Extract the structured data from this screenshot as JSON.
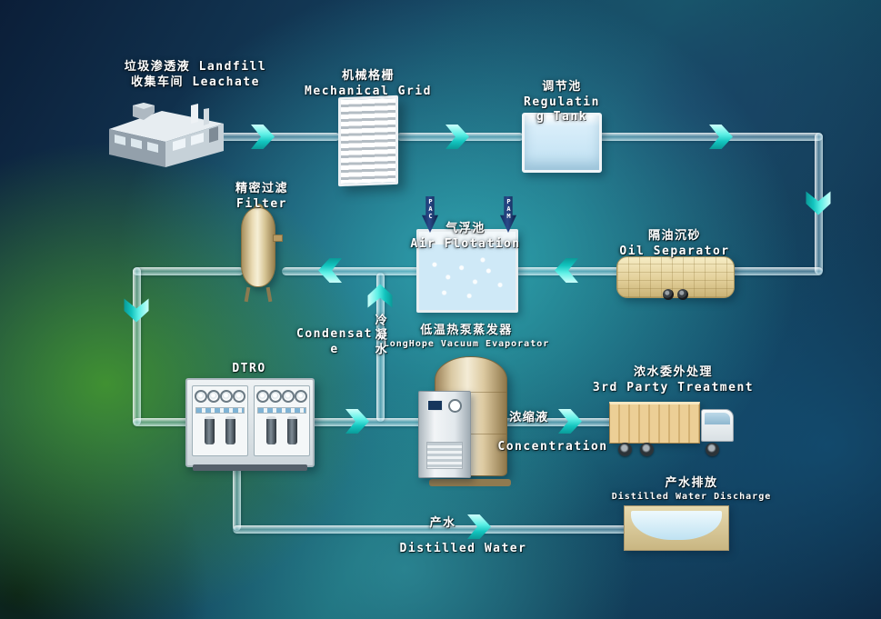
{
  "nodes": {
    "landfill": {
      "line1": "垃圾渗透液 Landfill",
      "line2": "收集车间  Leachate"
    },
    "grid": {
      "line1": "机械格栅",
      "line2": "Mechanical Grid"
    },
    "regulating_tank": {
      "line1": "调节池",
      "line2": "Regulatin",
      "line3": "g Tank"
    },
    "oil_separator": {
      "line1": "隔油沉砂",
      "line2": "Oil Separator"
    },
    "air_flotation": {
      "line1": "气浮池",
      "line2": "Air Flotation"
    },
    "filter": {
      "line1": "精密过滤",
      "line2": "Filter"
    },
    "dtro": {
      "line1": "DTRO"
    },
    "evaporator": {
      "line1": "低温热泵蒸发器",
      "line2": "LongHope Vacuum Evaporator"
    },
    "third_party": {
      "line1": "浓水委外处理",
      "line2": "3rd Party Treatment"
    },
    "discharge": {
      "line1": "产水排放",
      "line2": "Distilled Water Discharge"
    }
  },
  "flows": {
    "condensate_zh": "冷凝水",
    "condensate_en": "Condensate",
    "concentration_zh": "浓缩液",
    "concentration_en": "Concentration",
    "distilled_zh": "产水",
    "distilled_en": "Distilled Water",
    "dose_left": "PAC",
    "dose_right": "PAM"
  },
  "colors": {
    "arrow_cyan": "#35dcd4",
    "pipe": "#cdeefb",
    "dose_arrow_navy": "#16356e",
    "water_blue": "#c9e6f6",
    "vessel_tan": "#e6d6a8"
  }
}
